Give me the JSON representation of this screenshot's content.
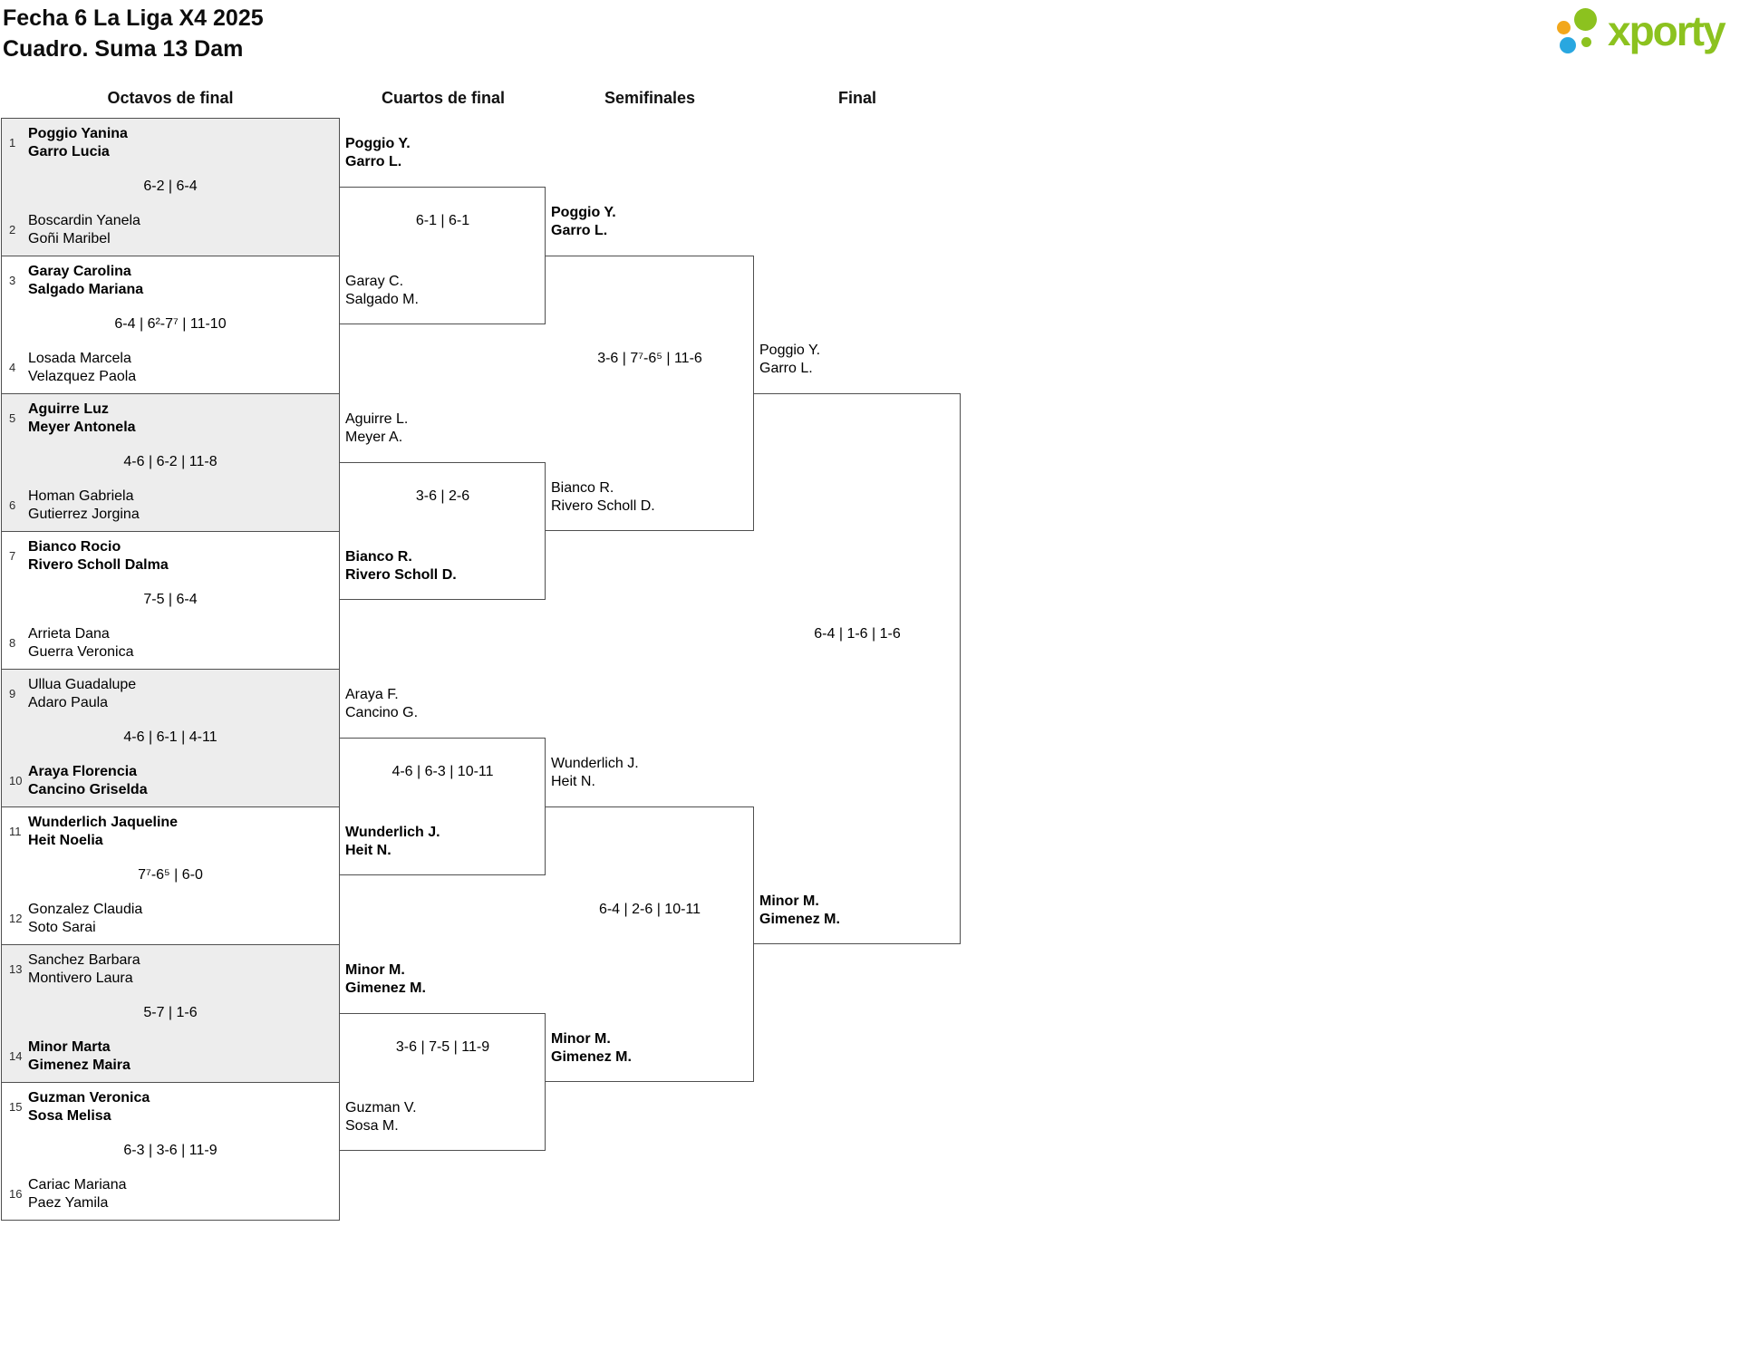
{
  "theme": {
    "line_color": "#4f4f4f",
    "shaded_row_bg": "#ededed",
    "text_color": "#000000"
  },
  "header": {
    "title_line1": "Fecha 6 La Liga X4 2025",
    "title_line2": "Cuadro. Suma 13 Dam",
    "logo_text": "xporty",
    "logo_colors": {
      "green": "#8cc21f",
      "orange": "#f2a71b",
      "blue": "#29a7e0"
    }
  },
  "rounds": [
    {
      "label": "Octavos de final"
    },
    {
      "label": "Cuartos de final"
    },
    {
      "label": "Semifinales"
    },
    {
      "label": "Final"
    }
  ],
  "bracket": {
    "octavos": [
      {
        "seed_top": "1",
        "team_top": [
          "Poggio Yanina",
          "Garro Lucia"
        ],
        "top_winner": true,
        "seed_bottom": "2",
        "team_bottom": [
          "Boscardin Yanela",
          "Goñi Maribel"
        ],
        "bottom_winner": false,
        "score": "6-2 | 6-4",
        "shaded": true
      },
      {
        "seed_top": "3",
        "team_top": [
          "Garay Carolina",
          "Salgado Mariana"
        ],
        "top_winner": true,
        "seed_bottom": "4",
        "team_bottom": [
          "Losada Marcela",
          "Velazquez Paola"
        ],
        "bottom_winner": false,
        "score": "6-4 | 6²-7⁷ | 11-10",
        "shaded": false
      },
      {
        "seed_top": "5",
        "team_top": [
          "Aguirre Luz",
          "Meyer Antonela"
        ],
        "top_winner": true,
        "seed_bottom": "6",
        "team_bottom": [
          "Homan Gabriela",
          "Gutierrez Jorgina"
        ],
        "bottom_winner": false,
        "score": "4-6 | 6-2 | 11-8",
        "shaded": true
      },
      {
        "seed_top": "7",
        "team_top": [
          "Bianco Rocio",
          "Rivero Scholl Dalma"
        ],
        "top_winner": true,
        "seed_bottom": "8",
        "team_bottom": [
          "Arrieta Dana",
          "Guerra Veronica"
        ],
        "bottom_winner": false,
        "score": "7-5 | 6-4",
        "shaded": false
      },
      {
        "seed_top": "9",
        "team_top": [
          "Ullua Guadalupe",
          "Adaro Paula"
        ],
        "top_winner": false,
        "seed_bottom": "10",
        "team_bottom": [
          "Araya Florencia",
          "Cancino Griselda"
        ],
        "bottom_winner": true,
        "score": "4-6 | 6-1 | 4-11",
        "shaded": true
      },
      {
        "seed_top": "11",
        "team_top": [
          "Wunderlich Jaqueline",
          "Heit Noelia"
        ],
        "top_winner": true,
        "seed_bottom": "12",
        "team_bottom": [
          "Gonzalez Claudia",
          "Soto Sarai"
        ],
        "bottom_winner": false,
        "score": "7⁷-6⁵ | 6-0",
        "shaded": false
      },
      {
        "seed_top": "13",
        "team_top": [
          "Sanchez Barbara",
          "Montivero Laura"
        ],
        "top_winner": false,
        "seed_bottom": "14",
        "team_bottom": [
          "Minor Marta",
          "Gimenez Maira"
        ],
        "bottom_winner": true,
        "score": "5-7 | 1-6",
        "shaded": true
      },
      {
        "seed_top": "15",
        "team_top": [
          "Guzman Veronica",
          "Sosa Melisa"
        ],
        "top_winner": true,
        "seed_bottom": "16",
        "team_bottom": [
          "Cariac Mariana",
          "Paez Yamila"
        ],
        "bottom_winner": false,
        "score": "6-3 | 3-6 | 11-9",
        "shaded": false
      }
    ],
    "cuartos": [
      {
        "team_top": [
          "Poggio Y.",
          "Garro L."
        ],
        "top_winner": true,
        "team_bottom": [
          "Garay C.",
          "Salgado M."
        ],
        "bottom_winner": false,
        "score": "6-1 | 6-1"
      },
      {
        "team_top": [
          "Aguirre L.",
          "Meyer A."
        ],
        "top_winner": false,
        "team_bottom": [
          "Bianco R.",
          "Rivero Scholl D."
        ],
        "bottom_winner": true,
        "score": "3-6 | 2-6"
      },
      {
        "team_top": [
          "Araya F.",
          "Cancino G."
        ],
        "top_winner": false,
        "team_bottom": [
          "Wunderlich J.",
          "Heit N."
        ],
        "bottom_winner": true,
        "score": "4-6 | 6-3 | 10-11"
      },
      {
        "team_top": [
          "Minor M.",
          "Gimenez M."
        ],
        "top_winner": true,
        "team_bottom": [
          "Guzman V.",
          "Sosa M."
        ],
        "bottom_winner": false,
        "score": "3-6 | 7-5 | 11-9"
      }
    ],
    "semifinales": [
      {
        "team_top": [
          "Poggio Y.",
          "Garro L."
        ],
        "top_winner": true,
        "team_bottom": [
          "Bianco R.",
          "Rivero Scholl D."
        ],
        "bottom_winner": false,
        "score": "3-6 | 7⁷-6⁵ | 11-6"
      },
      {
        "team_top": [
          "Wunderlich J.",
          "Heit N."
        ],
        "top_winner": false,
        "team_bottom": [
          "Minor M.",
          "Gimenez M."
        ],
        "bottom_winner": true,
        "score": "6-4 | 2-6 | 10-11"
      }
    ],
    "final": [
      {
        "team_top": [
          "Poggio Y.",
          "Garro L."
        ],
        "top_winner": false,
        "team_bottom": [
          "Minor M.",
          "Gimenez M."
        ],
        "bottom_winner": true,
        "score": "6-4 | 1-6 | 1-6"
      }
    ]
  }
}
